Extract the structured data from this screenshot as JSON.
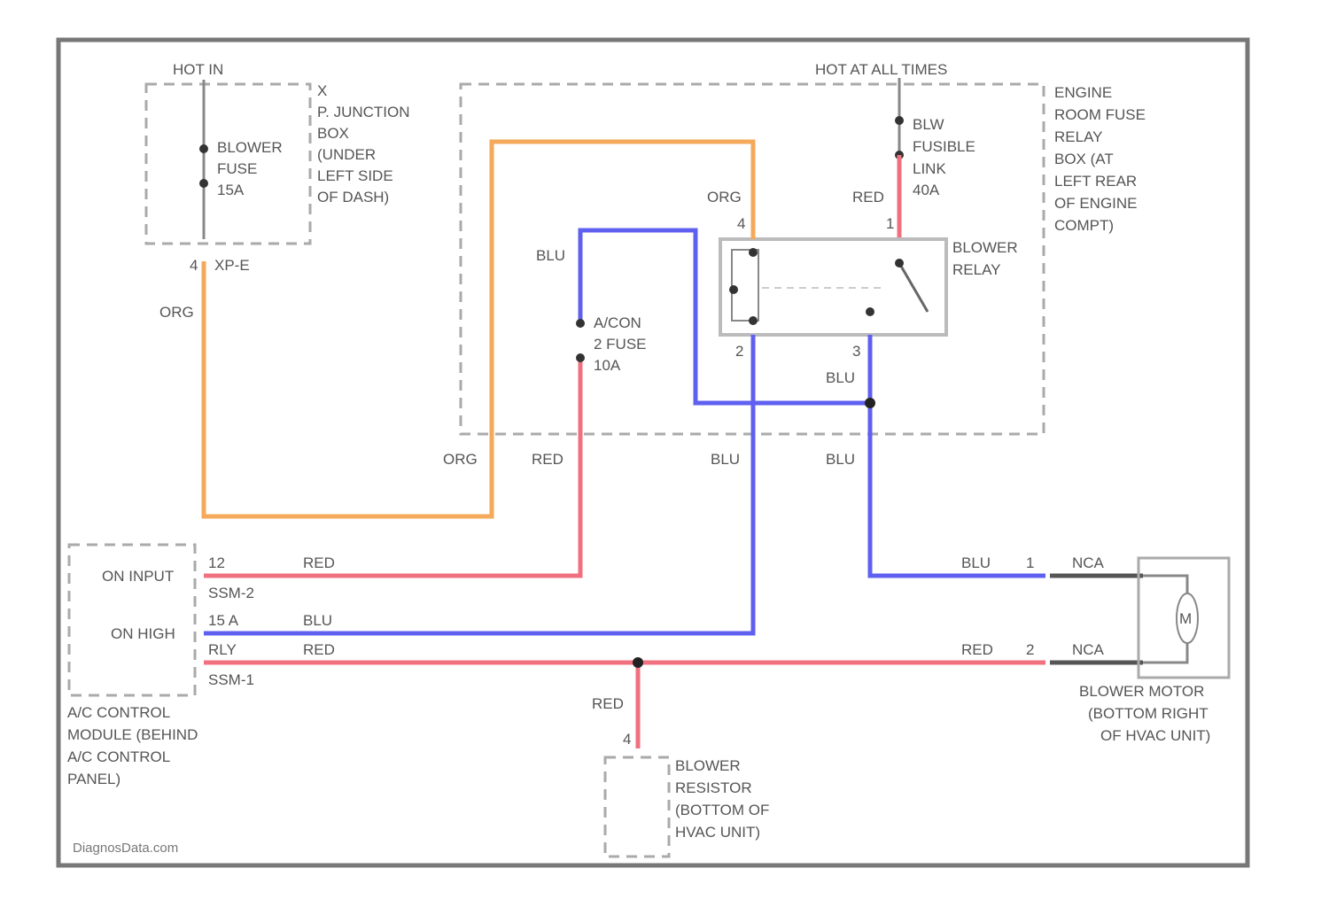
{
  "colors": {
    "org": "#f5a95a",
    "red": "#f07080",
    "blu": "#6060f0",
    "frame": "#777777"
  },
  "fuse_box_left": {
    "hot": "HOT IN",
    "fuse": [
      "BLOWER",
      "FUSE",
      "15A"
    ],
    "pin_top": "X",
    "desc": [
      "P. JUNCTION",
      "BOX",
      "(UNDER",
      "LEFT SIDE",
      "OF DASH)"
    ],
    "pin": "4",
    "conn": "XP-E",
    "wire": "ORG"
  },
  "engine_box": {
    "hot": "HOT AT ALL TIMES",
    "fusible": [
      "BLW",
      "FUSIBLE",
      "LINK",
      "40A"
    ],
    "wire_red": "RED",
    "pin1": "1",
    "desc": [
      "ENGINE",
      "ROOM FUSE",
      "RELAY",
      "BOX (AT",
      "LEFT REAR",
      "OF ENGINE",
      "COMPT)"
    ],
    "relay": [
      "BLOWER",
      "RELAY"
    ],
    "wire_org": "ORG",
    "pin_org": "4",
    "wire_blu": "BLU",
    "acon_fuse": [
      "A/CON",
      "2 FUSE",
      "10A"
    ],
    "pin2": "2",
    "pin3": "3",
    "wire_blu2": "BLU"
  },
  "bottom_wires": [
    "ORG",
    "RED",
    "BLU",
    "BLU"
  ],
  "module": {
    "in1": "ON INPUT",
    "in2": "ON HIGH",
    "pin_a": "12",
    "conn_a": "SSM-2",
    "pin_b": "15 A",
    "pin_c": "RLY",
    "conn_c": "SSM-1",
    "wire1": "RED",
    "wire2": "BLU",
    "wire3": "RED",
    "desc": [
      "A/C CONTROL",
      "MODULE (BEHIND",
      "A/C CONTROL",
      "PANEL)"
    ]
  },
  "motor": {
    "wire1": "BLU",
    "pin1": "1",
    "nca1": "NCA",
    "wire2": "RED",
    "pin2": "2",
    "nca2": "NCA",
    "symbol": "M",
    "desc": [
      "BLOWER MOTOR",
      "(BOTTOM RIGHT",
      "OF HVAC UNIT)"
    ]
  },
  "resistor": {
    "wire": "RED",
    "pin": "4",
    "desc": [
      "BLOWER",
      "RESISTOR",
      "(BOTTOM OF",
      "HVAC UNIT)"
    ]
  },
  "watermark": "DiagnosData.com"
}
